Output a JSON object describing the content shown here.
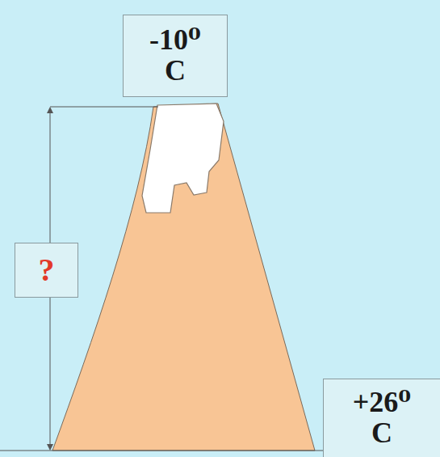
{
  "diagram": {
    "nodes": [
      {
        "text": [
          "-10⁰ C"
        ]
      },
      {
        "text": [
          "?"
        ]
      },
      {
        "text": [
          "+26⁰ C"
        ]
      }
    ]
  }
}
